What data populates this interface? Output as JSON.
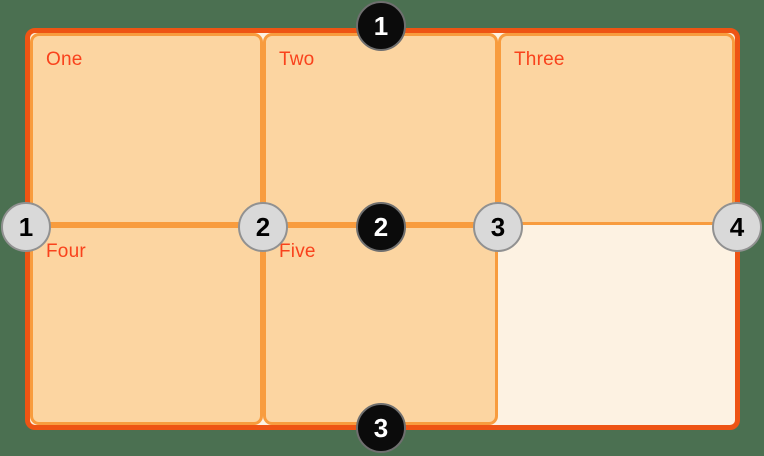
{
  "diagram": {
    "description": "CSS grid lines diagram: 3-column by 2-row grid with numbered row lines and column lines",
    "cells": [
      {
        "label": "One"
      },
      {
        "label": "Two"
      },
      {
        "label": "Three"
      },
      {
        "label": "Four"
      },
      {
        "label": "Five"
      },
      {
        "label": ""
      }
    ],
    "row_markers": [
      {
        "label": "1"
      },
      {
        "label": "2"
      },
      {
        "label": "3"
      }
    ],
    "col_markers": [
      {
        "label": "1"
      },
      {
        "label": "2"
      },
      {
        "label": "3"
      },
      {
        "label": "4"
      }
    ]
  },
  "colors": {
    "page-bg": "#4b7051",
    "container-border": "#ee5414",
    "container-bg": "#fdf2e2",
    "cell-border": "#f89c3e",
    "cell-bg": "#fcd5a1",
    "label": "#f9421c",
    "row-marker-bg": "#0b0b0b",
    "row-marker-border": "#6f6f6f",
    "row-marker-text": "#ffffff",
    "col-marker-bg": "#d9d9d9",
    "col-marker-border": "#919191",
    "col-marker-text": "#000000"
  }
}
